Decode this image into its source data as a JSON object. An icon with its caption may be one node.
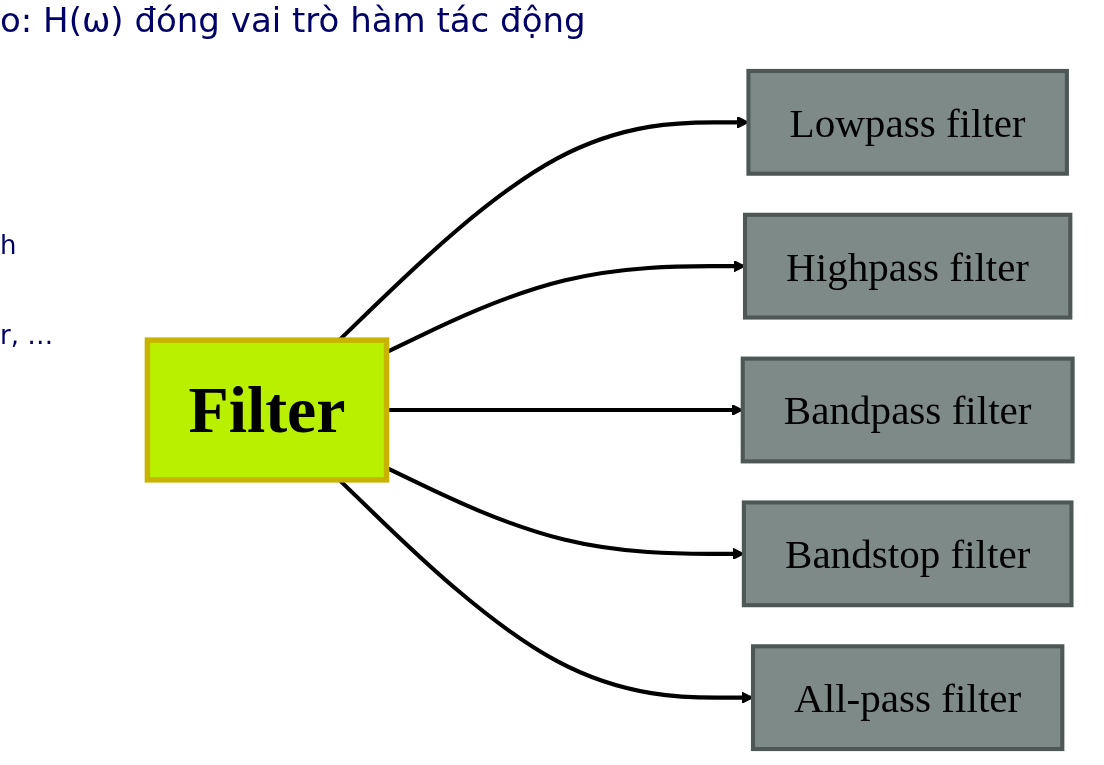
{
  "diagram": {
    "nodes": [
      {
        "text": [
          "Filter"
        ]
      },
      {
        "text": [
          "Lowpass filter"
        ]
      },
      {
        "text": [
          "Highpass filter"
        ]
      },
      {
        "text": [
          "Bandpass filter"
        ]
      },
      {
        "text": [
          "Bandstop filter"
        ]
      },
      {
        "text": [
          "All-pass filter"
        ]
      }
    ],
    "edges": [
      {
        "from": 0,
        "to": 1,
        "arrow": "to"
      },
      {
        "from": 0,
        "to": 2,
        "arrow": "to"
      },
      {
        "from": 0,
        "to": 3,
        "arrow": "to"
      },
      {
        "from": 0,
        "to": 4,
        "arrow": "to"
      },
      {
        "from": 0,
        "to": 5,
        "arrow": "to"
      }
    ],
    "labels": [
      "o: H(ω) đóng vai trò hàm tác động",
      "h",
      "r, …"
    ]
  }
}
